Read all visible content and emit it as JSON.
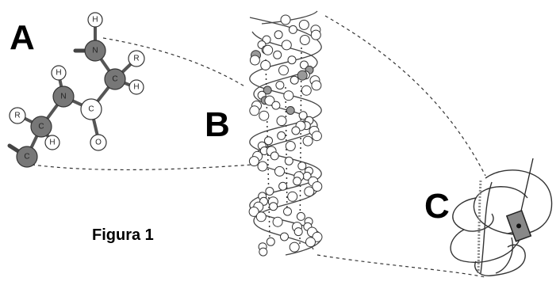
{
  "labels": {
    "a": "A",
    "b": "B",
    "c": "C",
    "caption": "Figura 1"
  },
  "molecule": {
    "atoms": {
      "n_top": "N",
      "h_top": "H",
      "r_right": "R",
      "c_alpha": "C",
      "h_alpha": "H",
      "h_left": "H",
      "n_mid": "N",
      "c_carbonyl": "C",
      "o": "O",
      "r_left": "R",
      "c_left": "C",
      "h_left2": "H",
      "c_bottom": "C"
    }
  }
}
